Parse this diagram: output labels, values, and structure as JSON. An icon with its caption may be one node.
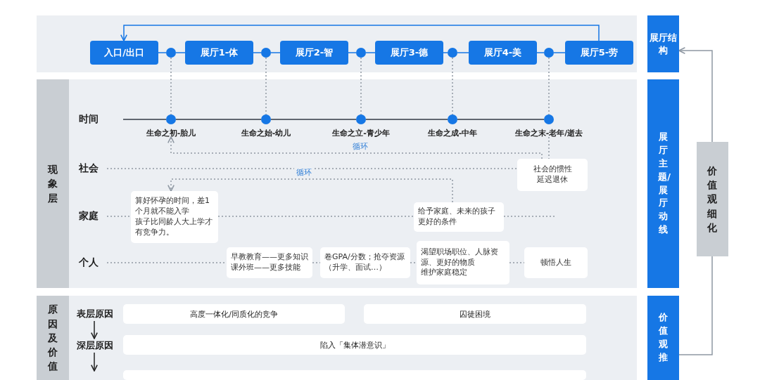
{
  "diagram": {
    "nodes": [
      {
        "text": [
          "入口/出口"
        ]
      },
      {
        "text": [
          "展厅1-体"
        ]
      },
      {
        "text": [
          "展厅2-智"
        ]
      },
      {
        "text": [
          "展厅3-德"
        ]
      },
      {
        "text": [
          "展厅4-美"
        ]
      },
      {
        "text": [
          "展厅5-劳"
        ]
      },
      {
        "text": [],
        "shape": "circle"
      },
      {
        "text": [],
        "shape": "circle"
      },
      {
        "text": [],
        "shape": "circle"
      },
      {
        "text": [],
        "shape": "circle"
      },
      {
        "text": [],
        "shape": "circle"
      },
      {
        "text": [
          "生命之初-胎儿"
        ]
      },
      {
        "text": [
          "生命之始-幼儿"
        ]
      },
      {
        "text": [
          "生命之立-青少年"
        ]
      },
      {
        "text": [
          "生命之成-中年"
        ]
      },
      {
        "text": [
          "生命之末-老年/逝去"
        ]
      },
      {
        "text": [
          "时间"
        ]
      },
      {
        "text": [
          "社会"
        ]
      },
      {
        "text": [
          "家庭"
        ]
      },
      {
        "text": [
          "个人"
        ]
      },
      {
        "text": [
          "社会的惯性",
          "延迟退休"
        ]
      },
      {
        "text": [
          "算好怀孕的时间，差1个月就不能入学",
          "孩子比同龄人大上学才有竞争力。"
        ]
      },
      {
        "text": [
          "给予家庭、未来的孩子更好的条件"
        ]
      },
      {
        "text": [
          "早教教育——更多知识",
          "课外班——更多技能"
        ]
      },
      {
        "text": [
          "卷GPA/分数；抢夺资源（升学、面试…）"
        ]
      },
      {
        "text": [
          "渴望职场职位、人脉资源、更好的物质",
          "维护家庭稳定"
        ]
      },
      {
        "text": [
          "顿悟人生"
        ]
      },
      {
        "text": [
          "展厅结构"
        ]
      },
      {
        "text": [
          "展厅主题/展厅动线"
        ]
      },
      {
        "text": [
          "价值观细化"
        ]
      },
      {
        "text": [
          "现象层"
        ]
      },
      {
        "text": [
          "原因及价值"
        ]
      },
      {
        "text": [
          "表层原因"
        ]
      },
      {
        "text": [
          "深层原因"
        ]
      },
      {
        "text": [
          "高度一体化/同质化的竞争"
        ]
      },
      {
        "text": [
          "囚徒困境"
        ]
      },
      {
        "text": [
          "陷入「集体潜意识」"
        ]
      },
      {
        "text": [],
        "shape": "box"
      },
      {
        "text": [
          "价值观推"
        ]
      }
    ],
    "edges": [
      {
        "from": 0,
        "to": 6,
        "arrow": "none",
        "color": "#1677e5"
      },
      {
        "from": 6,
        "to": 1,
        "arrow": "none",
        "color": "#1677e5"
      },
      {
        "from": 1,
        "to": 7,
        "arrow": "none",
        "color": "#1677e5"
      },
      {
        "from": 7,
        "to": 2,
        "arrow": "none",
        "color": "#1677e5"
      },
      {
        "from": 2,
        "to": 8,
        "arrow": "none",
        "color": "#1677e5"
      },
      {
        "from": 8,
        "to": 3,
        "arrow": "none",
        "color": "#1677e5"
      },
      {
        "from": 3,
        "to": 9,
        "arrow": "none",
        "color": "#1677e5"
      },
      {
        "from": 9,
        "to": 4,
        "arrow": "none",
        "color": "#1677e5"
      },
      {
        "from": 4,
        "to": 10,
        "arrow": "none",
        "color": "#1677e5"
      },
      {
        "from": 10,
        "to": 5,
        "arrow": "none",
        "color": "#1677e5"
      },
      {
        "from": 5,
        "to": 0,
        "arrow": "to",
        "color": "#1677e5"
      },
      {
        "from": 6,
        "to": 11,
        "arrow": "none",
        "style": "dashed"
      },
      {
        "from": 7,
        "to": 12,
        "arrow": "none",
        "style": "dashed"
      },
      {
        "from": 8,
        "to": 13,
        "arrow": "none",
        "style": "dashed"
      },
      {
        "from": 9,
        "to": 14,
        "arrow": "none",
        "style": "dashed"
      },
      {
        "from": 10,
        "to": 15,
        "arrow": "none",
        "style": "dashed"
      },
      {
        "from": 11,
        "to": 12,
        "arrow": "none",
        "color": "#333a44"
      },
      {
        "from": 12,
        "to": 13,
        "arrow": "none",
        "color": "#333a44"
      },
      {
        "from": 13,
        "to": 14,
        "arrow": "none",
        "color": "#333a44"
      },
      {
        "from": 14,
        "to": 15,
        "arrow": "none",
        "color": "#333a44"
      },
      {
        "from": 16,
        "to": 11,
        "arrow": "none",
        "color": "#333a44"
      },
      {
        "from": 17,
        "to": 20,
        "arrow": "none",
        "style": "dashed"
      },
      {
        "from": 18,
        "to": 21,
        "arrow": "none",
        "style": "dashed"
      },
      {
        "from": 21,
        "to": 22,
        "arrow": "none",
        "style": "dashed"
      },
      {
        "from": 19,
        "to": 23,
        "arrow": "none",
        "style": "dashed"
      },
      {
        "from": 23,
        "to": 24,
        "arrow": "none",
        "style": "dashed"
      },
      {
        "from": 24,
        "to": 25,
        "arrow": "none",
        "style": "dashed"
      },
      {
        "from": 25,
        "to": 26,
        "arrow": "none",
        "style": "dashed"
      },
      {
        "from": 15,
        "to": 20,
        "arrow": "none",
        "style": "dashed"
      },
      {
        "from": 20,
        "to": 11,
        "arrow": "to",
        "style": "dashed",
        "label": "循环"
      },
      {
        "from": 22,
        "to": 21,
        "arrow": "to",
        "style": "dashed",
        "label": "循环"
      },
      {
        "from": 38,
        "to": 29,
        "arrow": "none"
      },
      {
        "from": 29,
        "to": 27,
        "arrow": "to"
      },
      {
        "from": 32,
        "to": 33,
        "arrow": "to",
        "color": "#222222"
      },
      {
        "from": 33,
        "to": null,
        "arrow": "to",
        "color": "#222222"
      },
      {
        "from": 22,
        "to": null,
        "arrow": "none",
        "style": "dashed"
      }
    ]
  }
}
